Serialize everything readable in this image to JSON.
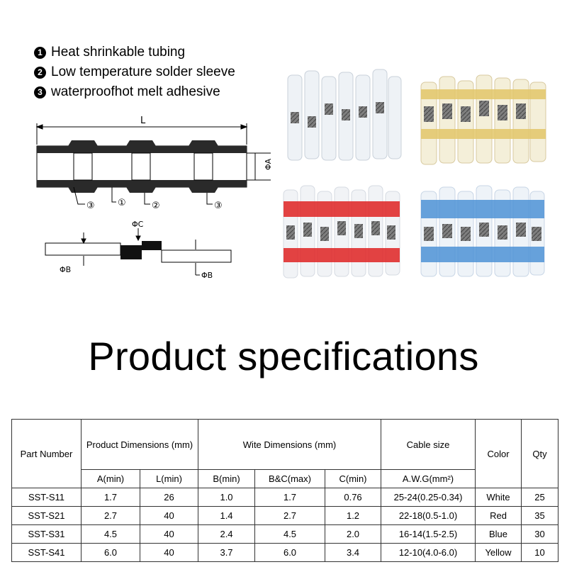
{
  "legend": [
    {
      "num": "1",
      "text": "Heat shrinkable tubing"
    },
    {
      "num": "2",
      "text": "Low temperature solder sleeve"
    },
    {
      "num": "3",
      "text": "waterproofhot melt adhesive"
    }
  ],
  "diagram": {
    "length_label": "L",
    "dia_a_label": "ΦA",
    "dia_b_label": "ΦB",
    "dia_c_label": "ΦC",
    "callouts": [
      "③",
      "①",
      "②",
      "③"
    ]
  },
  "photos": [
    {
      "name": "white",
      "color": "#ffffff"
    },
    {
      "name": "yellow",
      "color": "#e3c76a"
    },
    {
      "name": "red",
      "color": "#e02a2a"
    },
    {
      "name": "blue",
      "color": "#4f93d6"
    }
  ],
  "title": "Product specifications",
  "table": {
    "header": {
      "part": "Part Number",
      "product_dims": "Product Dimensions (mm)",
      "wire_dims": "Wite Dimensions (mm)",
      "cable": "Cable size",
      "color": "Color",
      "qty": "Qty"
    },
    "subheader": {
      "a": "A(min)",
      "l": "L(min)",
      "b": "B(min)",
      "bc": "B&C(max)",
      "c": "C(min)",
      "awg": "A.W.G(mm²)"
    },
    "rows": [
      {
        "part": "SST-S11",
        "a": "1.7",
        "l": "26",
        "b": "1.0",
        "bc": "1.7",
        "c": "0.76",
        "awg": "25-24(0.25-0.34)",
        "color": "White",
        "qty": "25"
      },
      {
        "part": "SST-S21",
        "a": "2.7",
        "l": "40",
        "b": "1.4",
        "bc": "2.7",
        "c": "1.2",
        "awg": "22-18(0.5-1.0)",
        "color": "Red",
        "qty": "35"
      },
      {
        "part": "SST-S31",
        "a": "4.5",
        "l": "40",
        "b": "2.4",
        "bc": "4.5",
        "c": "2.0",
        "awg": "16-14(1.5-2.5)",
        "color": "Blue",
        "qty": "30"
      },
      {
        "part": "SST-S41",
        "a": "6.0",
        "l": "40",
        "b": "3.7",
        "bc": "6.0",
        "c": "3.4",
        "awg": "12-10(4.0-6.0)",
        "color": "Yellow",
        "qty": "10"
      }
    ]
  }
}
